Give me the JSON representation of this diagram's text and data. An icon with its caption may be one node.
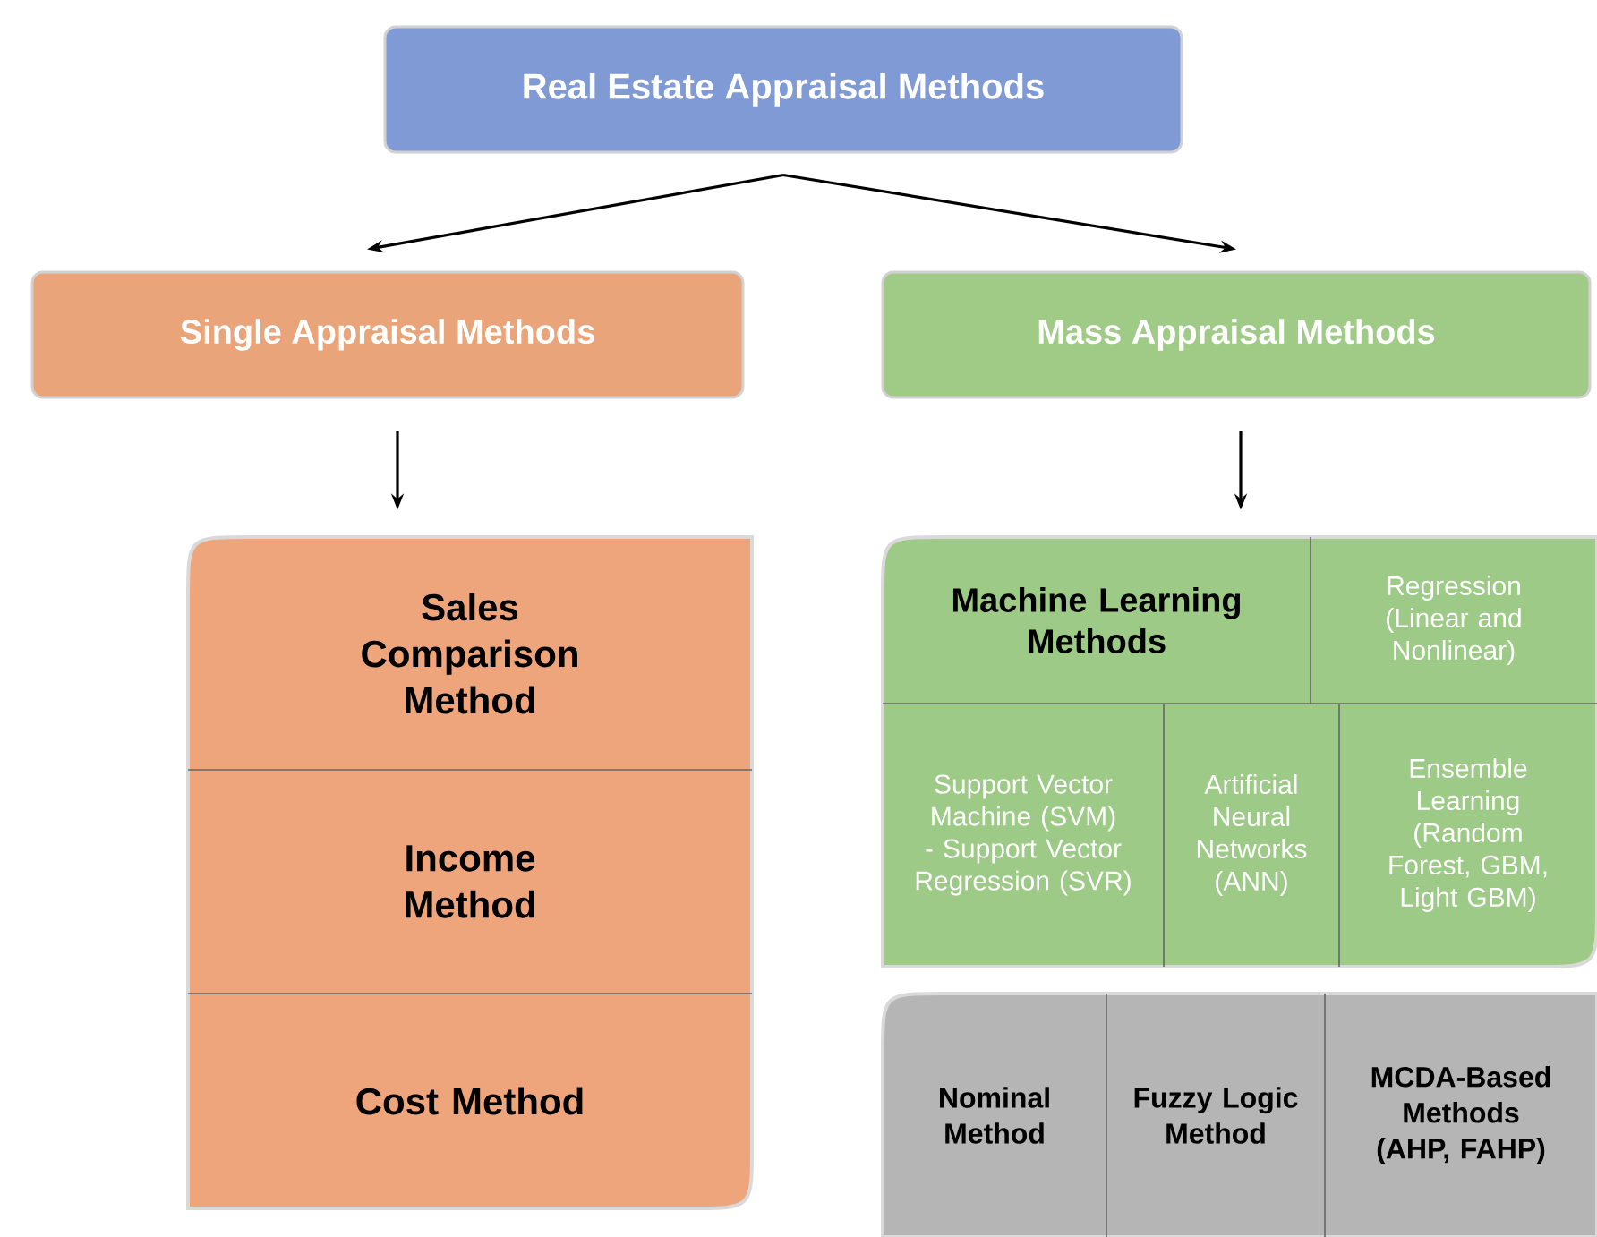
{
  "diagram": {
    "nodes": [
      {
        "text": [
          "Real Estate Appraisal Methods"
        ]
      },
      {
        "text": [
          "Single Appraisal Methods"
        ]
      },
      {
        "text": [
          "Mass Appraisal Methods"
        ]
      },
      {
        "text": [],
        "shape": "box"
      },
      {
        "text": [
          "Sales Comparison Method"
        ],
        "in": 3
      },
      {
        "text": [
          "Income Method"
        ],
        "in": 3
      },
      {
        "text": [
          "Cost Method"
        ],
        "in": 3
      },
      {
        "text": [],
        "shape": "box"
      },
      {
        "text": [
          "Machine Learning Methods"
        ],
        "in": 7
      },
      {
        "text": [
          "Regression (Linear and Nonlinear)"
        ],
        "in": 7
      },
      {
        "text": [
          "Support Vector Machine (SVM) - Support Vector Regression (SVR)"
        ],
        "in": 7
      },
      {
        "text": [
          "Artificial Neural Networks (ANN)"
        ],
        "in": 7
      },
      {
        "text": [
          "Ensemble Learning (Random Forest, GBM, Light GBM)"
        ],
        "in": 7
      },
      {
        "text": [],
        "shape": "box"
      },
      {
        "text": [
          "Nominal Method"
        ],
        "in": 13
      },
      {
        "text": [
          "Fuzzy Logic Method"
        ],
        "in": 13
      },
      {
        "text": [
          "MCDA-Based Methods (AHP, FAHP)"
        ],
        "in": 13
      }
    ],
    "edges": [
      {
        "from": 0,
        "to": 1,
        "arrow": "to"
      },
      {
        "from": 0,
        "to": 2,
        "arrow": "to"
      },
      {
        "from": 1,
        "to": 3,
        "arrow": "to"
      },
      {
        "from": 2,
        "to": 7,
        "arrow": "to"
      }
    ]
  }
}
